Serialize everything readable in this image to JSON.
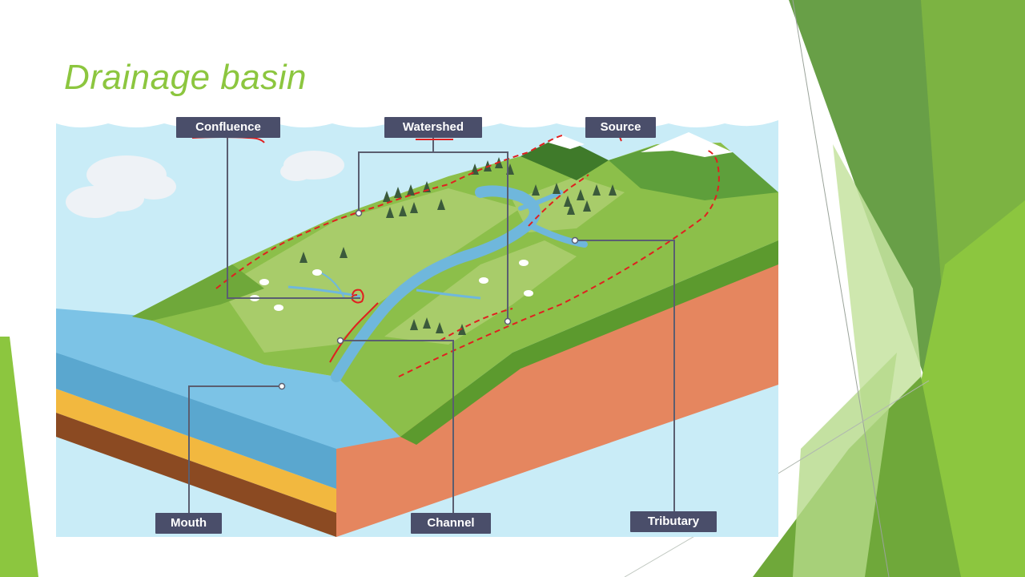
{
  "slide": {
    "title": "Drainage basin"
  },
  "diagram": {
    "labels": {
      "confluence": "Confluence",
      "watershed": "Watershed",
      "source": "Source",
      "mouth": "Mouth",
      "channel": "Channel",
      "tributary": "Tributary"
    },
    "colors": {
      "title_green": "#8cc63f",
      "label_bg": "#4a4e6a",
      "water": "#6fb7dc",
      "land": "#8cbf4a",
      "soil": "#e5865f",
      "annotation_red": "#e02020"
    }
  }
}
